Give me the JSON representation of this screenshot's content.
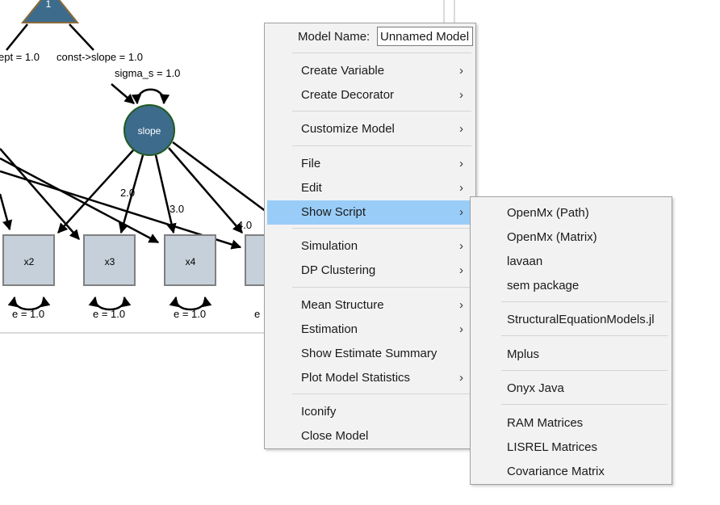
{
  "diagram": {
    "intercept_node": "1",
    "slope_node": "slope",
    "indicators": [
      "x2",
      "x3",
      "x4"
    ],
    "path_labels": {
      "const_intercept": "ept = 1.0",
      "const_slope": "const->slope = 1.0",
      "sigma_s": "sigma_s = 1.0",
      "load_x3": "2.0",
      "load_x4": "3.0",
      "load_x5": "4.0"
    },
    "error_labels": [
      "e = 1.0",
      "e = 1.0",
      "e = 1.0",
      "e"
    ]
  },
  "context_menu": {
    "model_name_label": "Model Name:",
    "model_name_value": "Unnamed Model",
    "items": [
      {
        "label": "Create Variable",
        "submenu": true
      },
      {
        "label": "Create Decorator",
        "submenu": true
      },
      {
        "label": "Customize Model",
        "submenu": true
      },
      {
        "label": "File",
        "submenu": true
      },
      {
        "label": "Edit",
        "submenu": true
      },
      {
        "label": "Show Script",
        "submenu": true,
        "highlighted": true
      },
      {
        "label": "Simulation",
        "submenu": true
      },
      {
        "label": "DP Clustering",
        "submenu": true
      },
      {
        "label": "Mean Structure",
        "submenu": true
      },
      {
        "label": "Estimation",
        "submenu": true
      },
      {
        "label": "Show Estimate Summary",
        "submenu": false
      },
      {
        "label": "Plot Model Statistics",
        "submenu": true
      },
      {
        "label": "Iconify",
        "submenu": false
      },
      {
        "label": "Close Model",
        "submenu": false
      }
    ],
    "arrow_glyph": "›"
  },
  "script_submenu": {
    "items": [
      "OpenMx (Path)",
      "OpenMx (Matrix)",
      "lavaan",
      "sem package",
      "StructuralEquationModels.jl",
      "Mplus",
      "Onyx Java",
      "RAM Matrices",
      "LISREL Matrices",
      "Covariance Matrix"
    ]
  },
  "colors": {
    "latent_fill": "#3d6b8c",
    "latent_stroke": "#1f5a1f",
    "manifest_fill": "#c5d0da",
    "manifest_stroke": "#808080",
    "highlight": "#99cdf8",
    "menu_bg": "#f2f2f2"
  }
}
